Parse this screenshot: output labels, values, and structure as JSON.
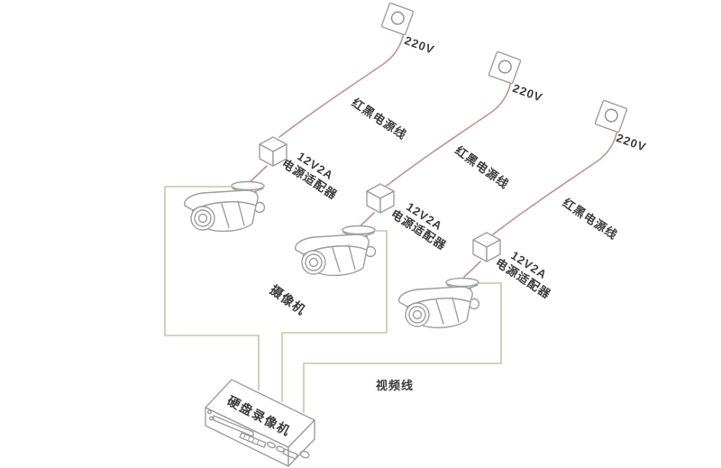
{
  "colors": {
    "background": "#ffffff",
    "line_art": "#9e9e9e",
    "power_wire": "#c2928f",
    "video_wire": "#c2c8a5",
    "text": "#3c3c3c"
  },
  "power_chains": [
    {
      "outlet_label": "220V",
      "wire_label": "红黑电源线",
      "adapter_label_line1": "12V2A",
      "adapter_label_line2": "电源适配器"
    },
    {
      "outlet_label": "220V",
      "wire_label": "红黑电源线",
      "adapter_label_line1": "12V2A",
      "adapter_label_line2": "电源适配器"
    },
    {
      "outlet_label": "220V",
      "wire_label": "红黑电源线",
      "adapter_label_line1": "12V2A",
      "adapter_label_line2": "电源适配器"
    }
  ],
  "camera_label": "摄像机",
  "video_wire_label": "视频线",
  "dvr_label": "硬盘录像机"
}
